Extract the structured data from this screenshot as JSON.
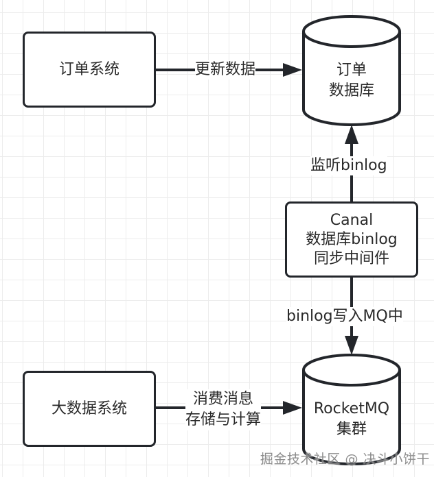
{
  "nodes": {
    "order_system": "订单系统",
    "order_db_line1": "订单",
    "order_db_line2": "数据库",
    "canal_line1": "Canal",
    "canal_line2": "数据库binlog",
    "canal_line3": "同步中间件",
    "rocketmq_line1": "RocketMQ",
    "rocketmq_line2": "集群",
    "bigdata_system": "大数据系统"
  },
  "edges": {
    "update_data": "更新数据",
    "listen_binlog": "监听binlog",
    "binlog_to_mq": "binlog写入MQ中",
    "consume_line1": "消费消息",
    "consume_line2": "存储与计算"
  },
  "watermark": "掘金技术社区 @ 决斗小饼干",
  "colors": {
    "stroke": "#23262b",
    "grid": "#ececec",
    "background": "#ffffff"
  }
}
